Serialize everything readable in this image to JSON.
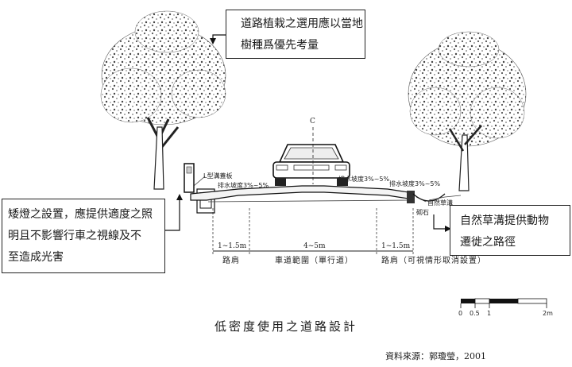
{
  "callouts": {
    "top": [
      "道路植栽之選用應以當地",
      "樹種爲優先考量"
    ],
    "left": [
      "矮燈之設置，應提供適度之照",
      "明且不影響行車之視線及不",
      "至造成光害"
    ],
    "right": [
      "自然草溝提供動物",
      "遷徙之路徑"
    ]
  },
  "section_labels": {
    "centerline": "C",
    "curb": "L型溝蓋板",
    "drainage_left": "排水坡度3%~5%",
    "drainage_mid": "排水坡度3%~5%",
    "drainage_right": "排水坡度3%~5%",
    "grass_ditch": "自然草溝",
    "stone": "砌石"
  },
  "dimensions": {
    "left_width": "1~1.5m",
    "center_width": "4~5m",
    "right_width": "1~1.5m",
    "left_label": "路肩",
    "center_label": "車道範圍（單行道）",
    "right_label": "路肩（可視情形取消設置）"
  },
  "scale_bar": {
    "ticks": [
      "0",
      "0.5",
      "1",
      "2m"
    ]
  },
  "caption": "低密度使用之道路設計",
  "source": "資料來源：郭瓊瑩，2001",
  "colors": {
    "ink": "#1a1a1a",
    "foliage": "#9a9a9a",
    "paper": "#ffffff"
  }
}
